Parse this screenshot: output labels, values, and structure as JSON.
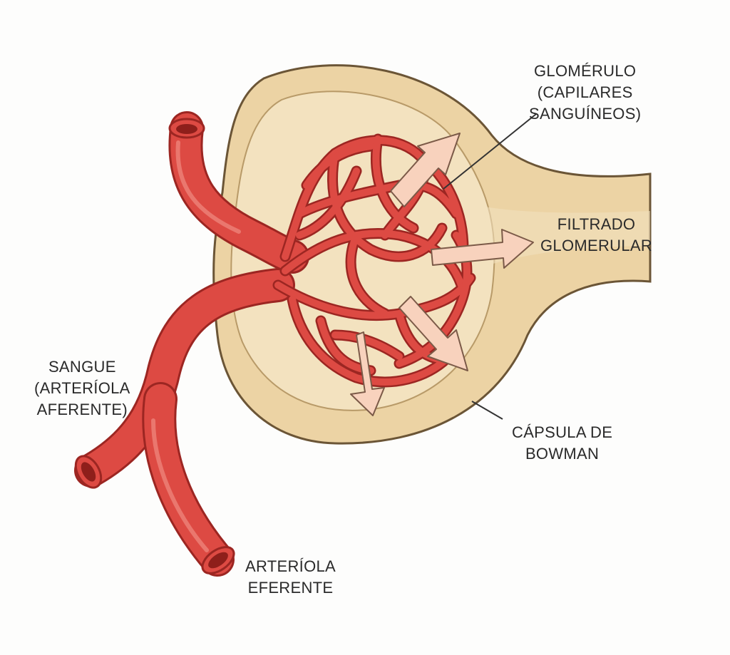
{
  "labels": {
    "glomerulo": [
      "GLOMÉRULO",
      "(CAPILARES",
      "SANGUÍNEOS)"
    ],
    "filtrado": [
      "FILTRADO",
      "GLOMERULAR"
    ],
    "capsula": [
      "CÁPSULA DE",
      "BOWMAN"
    ],
    "sangue": [
      "SANGUE",
      "(ARTERÍOLA",
      "AFERENTE)"
    ],
    "eferente": [
      "ARTERÍOLA",
      "EFERENTE"
    ]
  },
  "colors": {
    "capsule_fill": "#ecd3a4",
    "capsule_outline": "#6b5536",
    "capsule_inner": "#f3e2bf",
    "vessel": "#dd4a43",
    "vessel_dark": "#9c2622",
    "vessel_highlight": "#f08a80",
    "arrow_fill": "#f8d2bd",
    "arrow_outline": "#7b5a48",
    "leader_line": "#333333"
  }
}
